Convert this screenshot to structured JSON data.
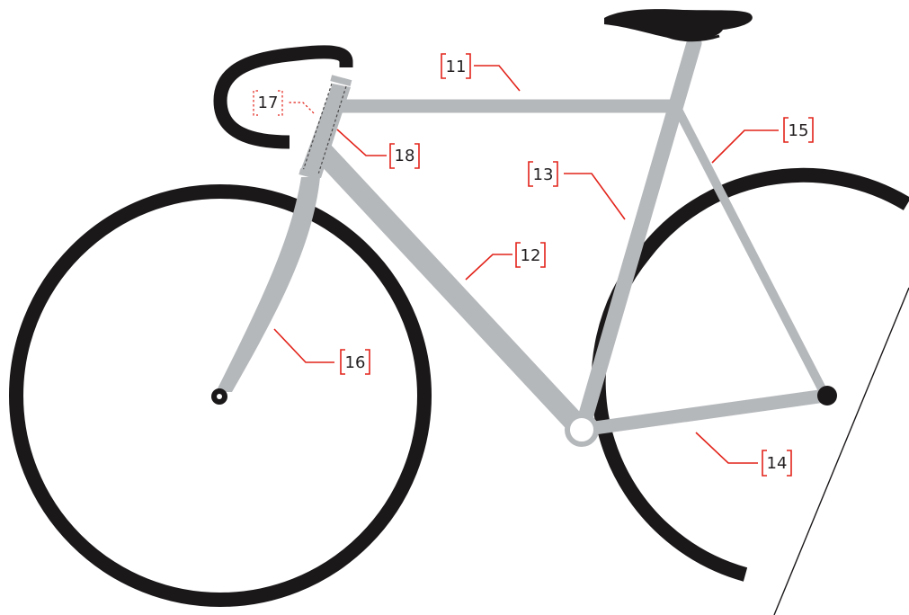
{
  "diagram": {
    "colors": {
      "frame": "#b5b8bb",
      "tire": "#1b1819",
      "callout": "#e2231a",
      "text": "#231f20",
      "headtube_dashed": "#4a4a4a",
      "background": "#ffffff"
    },
    "callouts": [
      {
        "id": "11",
        "text": "11"
      },
      {
        "id": "12",
        "text": "12"
      },
      {
        "id": "13",
        "text": "13"
      },
      {
        "id": "14",
        "text": "14"
      },
      {
        "id": "15",
        "text": "15"
      },
      {
        "id": "16",
        "text": "16"
      },
      {
        "id": "17",
        "text": "17",
        "style": "dashed"
      },
      {
        "id": "18",
        "text": "18"
      }
    ]
  }
}
